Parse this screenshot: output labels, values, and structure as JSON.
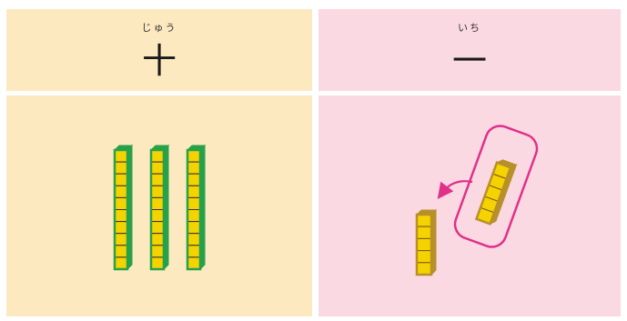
{
  "tens": {
    "reading": "じゅう",
    "numeral": "十",
    "rod_count": 3,
    "cubes_per_rod": 10
  },
  "ones": {
    "reading": "いち",
    "numeral": "一",
    "block_count": 1,
    "moving_count": 1,
    "cubes_per_block": 5
  },
  "colors": {
    "tens_bg": "#fde9c0",
    "ones_bg": "#fbd9e2",
    "cube_fill": "#f5d300",
    "rod_border": "#27a14a",
    "ones_border": "#b8902a",
    "arrow": "#e0308a"
  }
}
